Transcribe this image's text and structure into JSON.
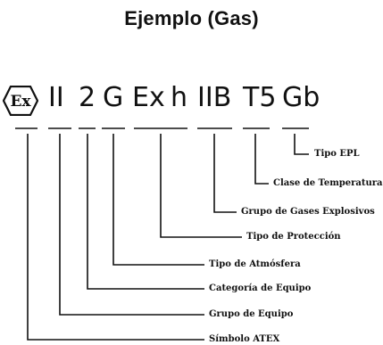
{
  "title": "Ejemplo (Gas)",
  "code": {
    "tokens": [
      "II",
      "2",
      "G",
      "Ex",
      "h",
      "IIB",
      "T5",
      "Gb"
    ]
  },
  "legend": {
    "tipo_epl": "Tipo EPL",
    "clase_temperatura": "Clase de Temperatura",
    "grupo_gases": "Grupo de Gases Explosivos",
    "tipo_proteccion": "Tipo de Protección",
    "tipo_atmosfera": "Tipo de Atmósfera",
    "categoria_equipo": "Categoría de Equipo",
    "grupo_equipo": "Grupo de Equipo",
    "simbolo_atex": "Símbolo ATEX"
  },
  "ex_symbol": {
    "text": "Ex"
  }
}
